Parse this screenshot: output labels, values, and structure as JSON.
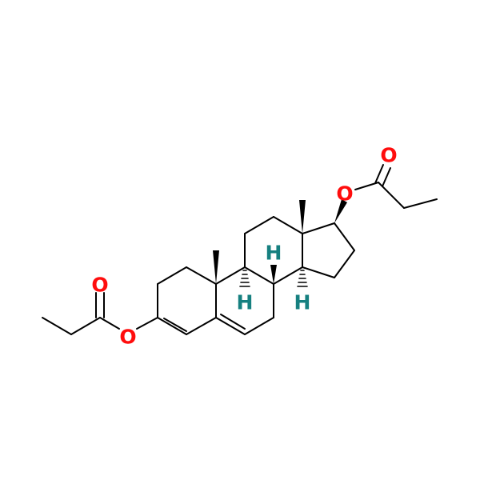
{
  "colors": {
    "bond": "#000000",
    "oxygen": "#ff0d0d",
    "hydrogen": "#168080",
    "background": "#ffffff"
  },
  "atoms": {
    "o_carbonyl_left": "O",
    "o_ester_left": "O",
    "o_carbonyl_right": "O",
    "o_ester_right": "O",
    "h_c8": "H",
    "h_c9": "H",
    "h_c14": "H"
  }
}
